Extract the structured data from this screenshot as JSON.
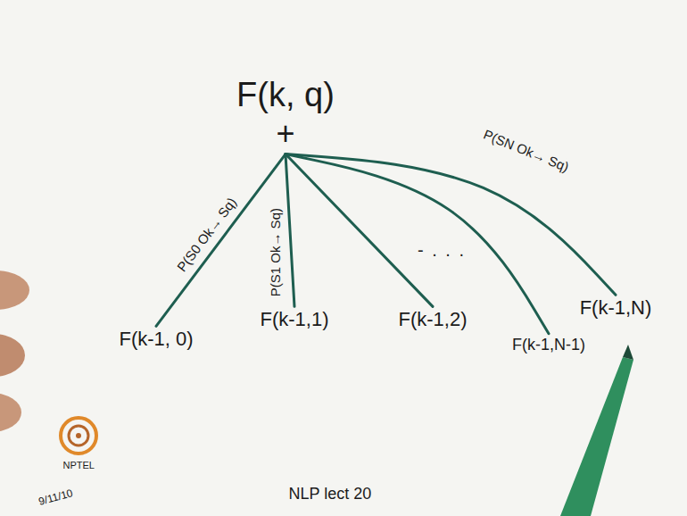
{
  "diagram": {
    "nodes": [
      {
        "text": [
          "F(k, q)",
          "+"
        ]
      },
      {
        "text": [
          "F(k-1, 0)"
        ]
      },
      {
        "text": [
          "F(k-1,1)"
        ]
      },
      {
        "text": [
          "F(k-1,2)"
        ]
      },
      {
        "text": [
          "F(k-1,N-1)"
        ]
      },
      {
        "text": [
          "F(k-1,N)"
        ]
      }
    ],
    "edges": [
      {
        "from": 0,
        "to": 1,
        "label": "P(S0 Ok→ Sq)",
        "arrow": "none"
      },
      {
        "from": 0,
        "to": 2,
        "label": "P(S1 Ok→ Sq)",
        "arrow": "none"
      },
      {
        "from": 0,
        "to": 3,
        "arrow": "none"
      },
      {
        "from": 0,
        "to": 4,
        "arrow": "none"
      },
      {
        "from": 0,
        "to": 5,
        "label": "P(SN Ok→ Sq)",
        "arrow": "none"
      }
    ],
    "labels": [
      "- . . .",
      "NPTEL",
      "9/11/10",
      "NLP lect 20"
    ]
  }
}
